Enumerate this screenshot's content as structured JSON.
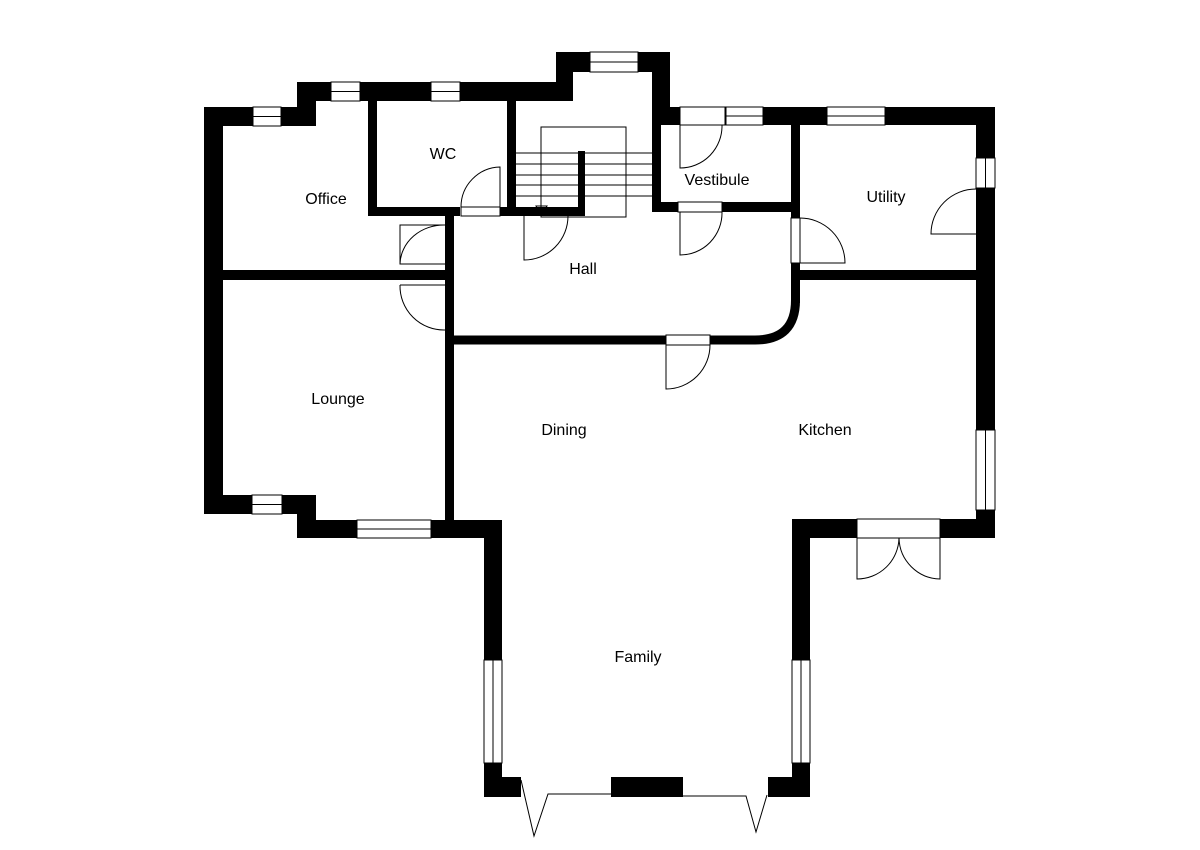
{
  "plan": {
    "wall_color": "#000000",
    "background_color": "#ffffff",
    "rooms": {
      "office": "Office",
      "wc": "WC",
      "hall": "Hall",
      "vestibule": "Vestibule",
      "utility": "Utility",
      "lounge": "Lounge",
      "dining": "Dining",
      "kitchen": "Kitchen",
      "family": "Family"
    }
  }
}
